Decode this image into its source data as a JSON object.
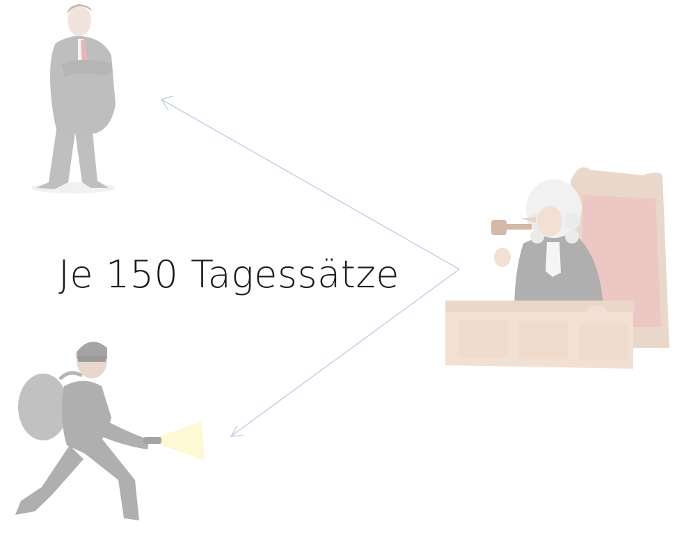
{
  "caption": "Je 150 Tagessätze",
  "figures": {
    "top_left": "businessman-figure",
    "bottom_left": "burglar-figure",
    "right": "judge-figure"
  },
  "colors": {
    "arrow": "#c5d3ea",
    "figure_dark": "#a8a8a8",
    "figure_mid": "#c8c8c8",
    "chair_red": "#e8b5b0",
    "wood": "#efd9c6",
    "tie": "#e8a0a0",
    "light_beam": "#fff3b0"
  }
}
